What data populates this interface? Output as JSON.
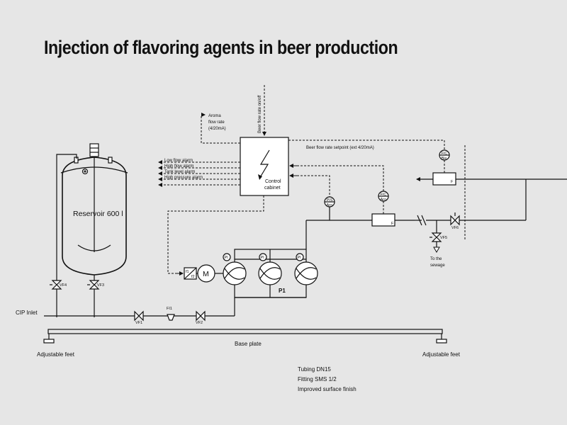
{
  "title": "Injection of flavoring agents in beer production",
  "labels": {
    "reservoir": "Reservoir 600 l",
    "control_line1": "Control",
    "control_line2": "cabinet",
    "beer_flow_onoff": "Beer flow rate on/off",
    "aroma_line1": "Aroma",
    "aroma_line2": "flow rate",
    "aroma_line3": "(4/20mA)",
    "setpoint": "Beer flow rate setpoint (ext 4/20mA)",
    "alarms": [
      "Low flow alarm",
      "High flow alarm",
      "Tank level alarm",
      "High pressure alarm"
    ],
    "pump": "P1",
    "motor": "M",
    "cip_inlet": "CIP Inlet",
    "base_plate": "Base plate",
    "adjustable_feet_left": "Adjustable feet",
    "adjustable_feet_right": "Adjustable feet",
    "sewage_line1": "To the",
    "sewage_line2": "sewage",
    "pi": "PI",
    "vf1": "VF1",
    "vf2": "VF2",
    "vf3": "VF3",
    "vf4": "VF4",
    "vf5": "VF5",
    "vf6": "VF6",
    "fi1": "FI1",
    "pis_top": "PIS",
    "pis_bot": "Aro",
    "fic_aro_top": "FIC",
    "fic_aro_bot": "Aro",
    "fic_bie_top": "FIC",
    "fic_bie_bot": "Bie",
    "f": "F",
    "vfd_top": "f1",
    "vfd_bot": "f2"
  },
  "specs": [
    "Tubing DN15",
    "Fitting SMS 1/2",
    "Improved surface finish"
  ]
}
